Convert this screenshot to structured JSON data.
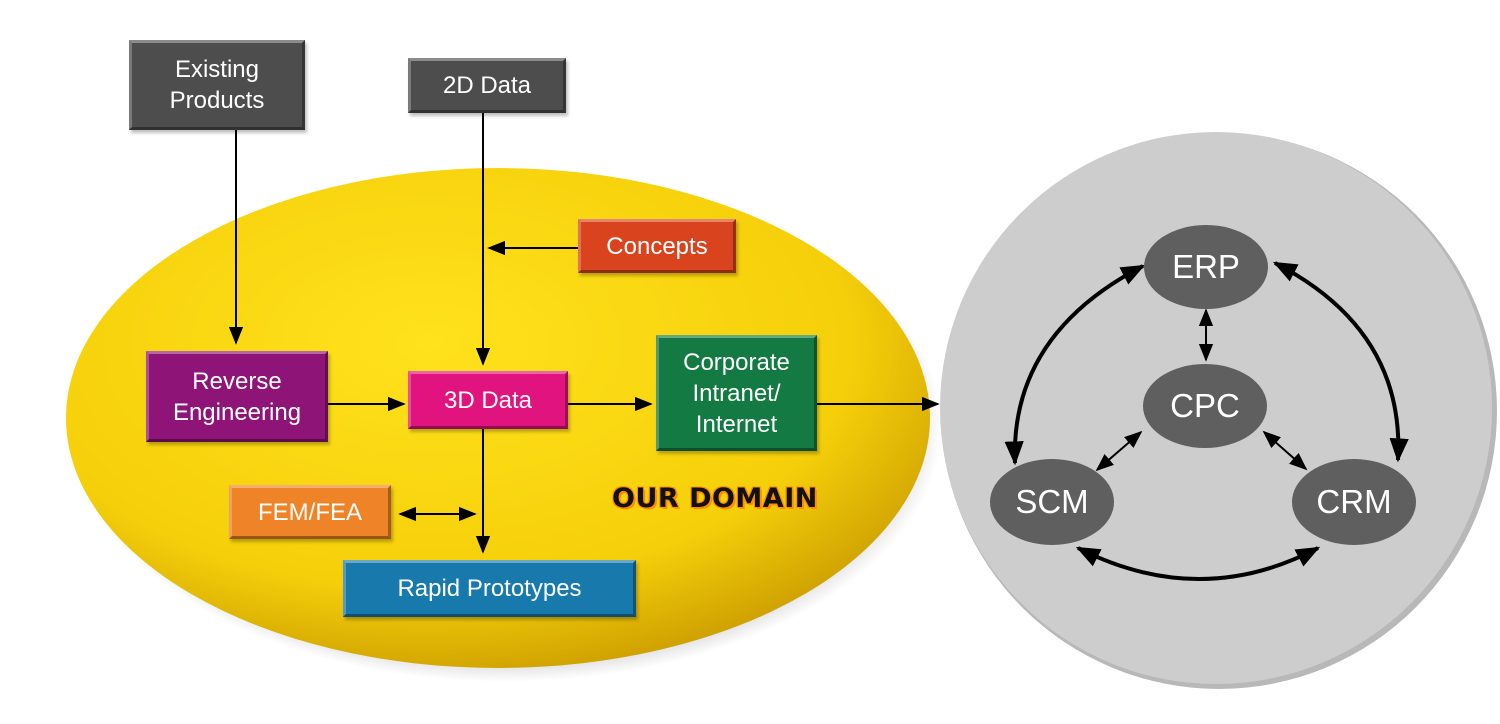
{
  "domain_label": "OUR DOMAIN",
  "nodes": {
    "existing_products": "Existing\nProducts",
    "data_2d": "2D Data",
    "concepts": "Concepts",
    "reverse_engineering": "Reverse\nEngineering",
    "data_3d": "3D Data",
    "corporate": "Corporate\nIntranet/\nInternet",
    "fem_fea": "FEM/FEA",
    "rapid_prototypes": "Rapid Prototypes"
  },
  "enterprise": {
    "erp": "ERP",
    "cpc": "CPC",
    "scm": "SCM",
    "crm": "CRM"
  },
  "colors": {
    "domain_ellipse": "#f5cf0a",
    "enterprise_circle": "#cdcdcd",
    "dark_box": "#4d4d4d",
    "concepts": "#d9441f",
    "reverse_engineering": "#8f1478",
    "data_3d": "#e0137f",
    "corporate": "#137a43",
    "fem_fea": "#ee8327",
    "rapid_prototypes": "#1879ad",
    "enterprise_node": "#5f5f5f"
  }
}
